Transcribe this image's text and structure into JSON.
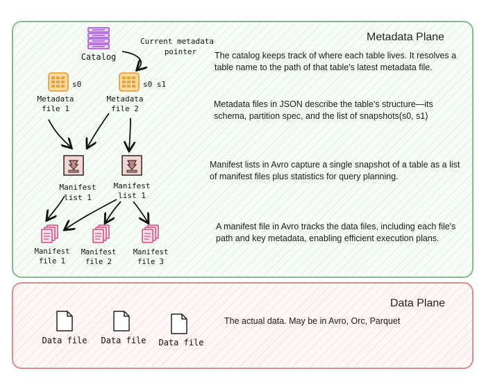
{
  "metadata_plane": {
    "title": "Metadata Plane",
    "catalog_label": "Catalog",
    "pointer_label_line1": "Current metadata",
    "pointer_label_line2": "pointer",
    "metadata_file_1": {
      "line1": "Metadata",
      "line2": "file 1",
      "snapshot_tag": "s0"
    },
    "metadata_file_2": {
      "line1": "Metadata",
      "line2": "file 2",
      "snapshot_tag": "s0 s1"
    },
    "manifest_list_a": {
      "line1": "Manifest",
      "line2": "list 1"
    },
    "manifest_list_b": {
      "line1": "Manifest",
      "line2": "list 1"
    },
    "manifest_files": [
      {
        "line1": "Manifest",
        "line2": "file 1"
      },
      {
        "line1": "Manifest",
        "line2": "file 2"
      },
      {
        "line1": "Manifest",
        "line2": "file 3"
      }
    ],
    "descriptions": {
      "catalog": "The catalog keeps track of where each table lives. It resolves a table name to the path of that table's latest metadata file.",
      "metadata": "Metadata files in JSON describe the table's structure—its schema, partition spec, and the list of snapshots(s0, s1)",
      "manifest_list": "Manifest lists in Avro capture a single snapshot of a table as a list of manifest files plus statistics for query planning.",
      "manifest_file": "A manifest file in Avro tracks the data files, including each file's path and key metadata, enabling efficient execution plans."
    },
    "colors": {
      "border": "#7fc08a",
      "catalog_icon": "#a855d6",
      "metadata_icon": "#e9a23b",
      "manifest_list_icon": "#c98484",
      "manifest_file_icon": "#d9487e"
    }
  },
  "data_plane": {
    "title": "Data Plane",
    "description": "The actual data. May be in Avro, Orc, Parquet",
    "data_files": [
      "Data file",
      "Data file",
      "Data file"
    ],
    "colors": {
      "border": "#de8a8a"
    }
  }
}
